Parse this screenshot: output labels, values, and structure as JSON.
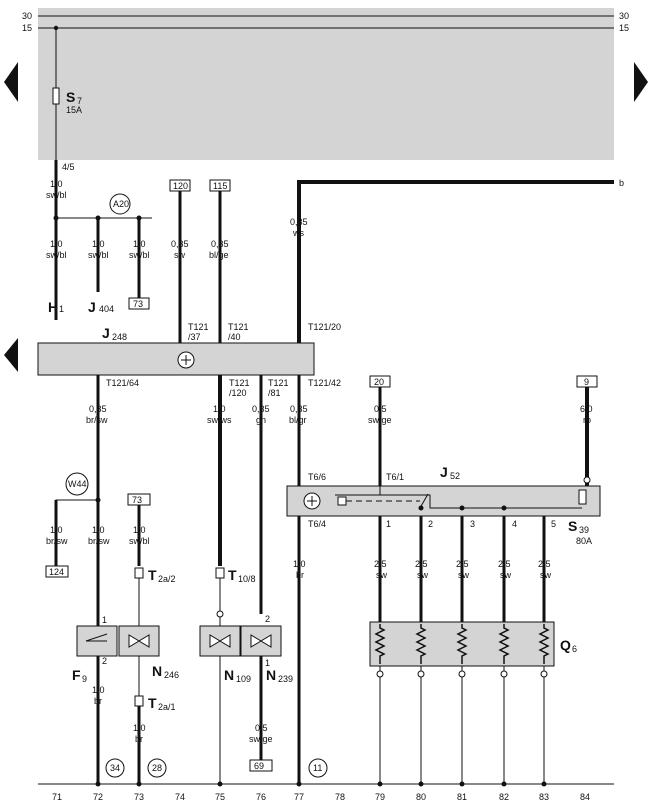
{
  "rails": {
    "r30": "30",
    "r15": "15"
  },
  "top": {
    "fuse_name": "S",
    "fuse_sub": "7",
    "fuse_rating": "15A",
    "pin": "4/5",
    "wire_size": "1,0",
    "wire_color": "sw/bl"
  },
  "splice_a20": "A20",
  "branches": {
    "h1": {
      "size": "1,0",
      "color": "sw/bl",
      "label": "H",
      "sub": "1"
    },
    "j404": {
      "size": "1,0",
      "color": "sw/bl",
      "label": "J",
      "sub": "404"
    },
    "ref73": {
      "size": "1,0",
      "color": "sw/bl",
      "box": "73"
    }
  },
  "inputs": {
    "w120": {
      "box": "120",
      "size": "0,35",
      "color": "sw",
      "pin": "T121",
      "pin2": "/37"
    },
    "w115": {
      "box": "115",
      "size": "0,35",
      "color": "bl/ge",
      "pin": "T121",
      "pin2": "/40"
    },
    "ws": {
      "size": "0,35",
      "color": "ws",
      "pin": "T121/20",
      "label_b": "b"
    }
  },
  "j248": {
    "label": "J",
    "sub": "248"
  },
  "outputs": {
    "t64": {
      "pin": "T121/64",
      "size": "0,35",
      "color": "br/sw"
    },
    "t120": {
      "pin": "T121",
      "pin2": "/120",
      "size": "1,0",
      "color": "sw/ws"
    },
    "t81": {
      "pin": "T121",
      "pin2": "/81",
      "size": "0,35",
      "color": "gn"
    },
    "t42": {
      "pin": "T121/42",
      "size": "0,35",
      "color": "bl/gr"
    }
  },
  "splice_w44": "W44",
  "w44_branch": {
    "size": "1,0",
    "color": "br/sw",
    "box": "124"
  },
  "f9_feed": {
    "size": "1,0",
    "color": "br/sw",
    "pin": "1",
    "pin_b": "2",
    "size2": "1,0",
    "color2": "br",
    "label": "F",
    "sub": "9",
    "ref": "34"
  },
  "n246": {
    "box": "73",
    "size": "1,0",
    "color": "sw/bl",
    "conn1": "T",
    "conn1_sub": "2a/2",
    "label": "N",
    "sub": "246",
    "conn2": "T",
    "conn2_sub": "2a/1",
    "size2": "1,0",
    "color2": "br",
    "ref": "28"
  },
  "n109": {
    "conn": "T",
    "conn_sub": "10/8",
    "label": "N",
    "sub": "109"
  },
  "n239": {
    "pin": "2",
    "pin_b": "1",
    "label": "N",
    "sub": "239",
    "size2": "0,5",
    "color2": "sw/ge",
    "box": "69"
  },
  "j52_feed": {
    "pin": "T6/6",
    "pin_b": "T6/4",
    "size": "1,0",
    "color": "br",
    "ref": "11"
  },
  "w20": {
    "box": "20",
    "size": "0,5",
    "color": "sw/ge",
    "pin": "T6/1"
  },
  "w9": {
    "box": "9",
    "size": "6,0",
    "color": "ro"
  },
  "j52": {
    "label": "J",
    "sub": "52",
    "fuse_name": "S",
    "fuse_sub": "39",
    "fuse_rating": "80A"
  },
  "plugs": [
    {
      "pin": "1",
      "size": "2,5",
      "color": "sw"
    },
    {
      "pin": "2",
      "size": "2,5",
      "color": "sw"
    },
    {
      "pin": "3",
      "size": "2,5",
      "color": "sw"
    },
    {
      "pin": "4",
      "size": "2,5",
      "color": "sw"
    },
    {
      "pin": "5",
      "size": "2,5",
      "color": "sw"
    }
  ],
  "q6": {
    "label": "Q",
    "sub": "6"
  },
  "grid": [
    "71",
    "72",
    "73",
    "74",
    "75",
    "76",
    "77",
    "78",
    "79",
    "80",
    "81",
    "82",
    "83",
    "84"
  ],
  "colors": {
    "panel": "#d4d4d4",
    "line": "#111111"
  }
}
